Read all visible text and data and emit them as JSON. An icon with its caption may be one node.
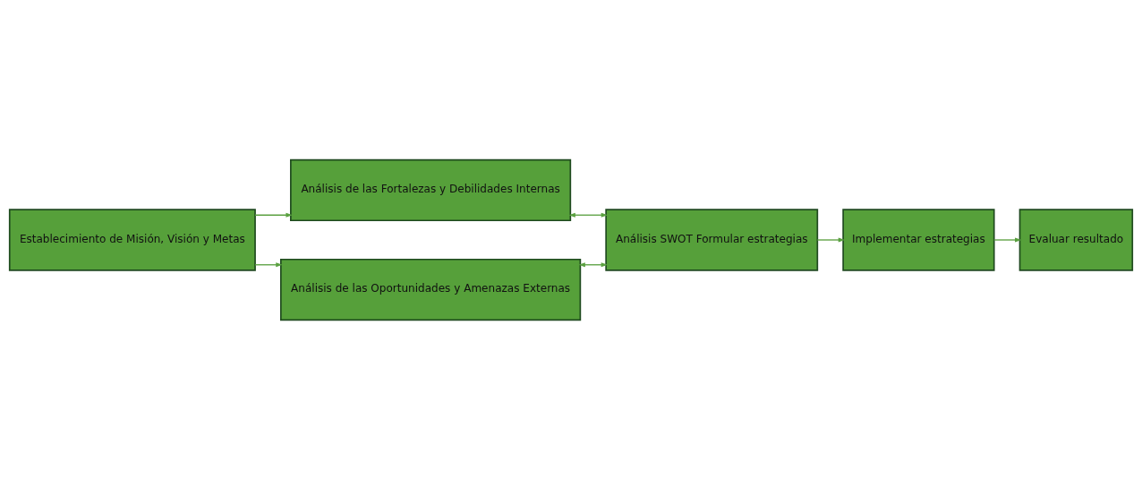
{
  "diagram": {
    "nodes": [
      {
        "text": [
          "Establecimiento de Misión, Visión y Metas"
        ]
      },
      {
        "text": [
          "Análisis de las Fortalezas y Debilidades Internas"
        ]
      },
      {
        "text": [
          "Análisis de las Oportunidades y Amenazas Externas"
        ]
      },
      {
        "text": [
          "Análisis SWOT Formular estrategias"
        ]
      },
      {
        "text": [
          "Implementar estrategias"
        ]
      },
      {
        "text": [
          "Evaluar resultado"
        ]
      }
    ],
    "edges": [
      {
        "from": 0,
        "to": 1,
        "arrow": "to"
      },
      {
        "from": 0,
        "to": 2,
        "arrow": "to"
      },
      {
        "from": 1,
        "to": 3,
        "arrow": "both"
      },
      {
        "from": 2,
        "to": 3,
        "arrow": "both"
      },
      {
        "from": 3,
        "to": 4,
        "arrow": "to"
      },
      {
        "from": 4,
        "to": 5,
        "arrow": "to"
      }
    ]
  }
}
